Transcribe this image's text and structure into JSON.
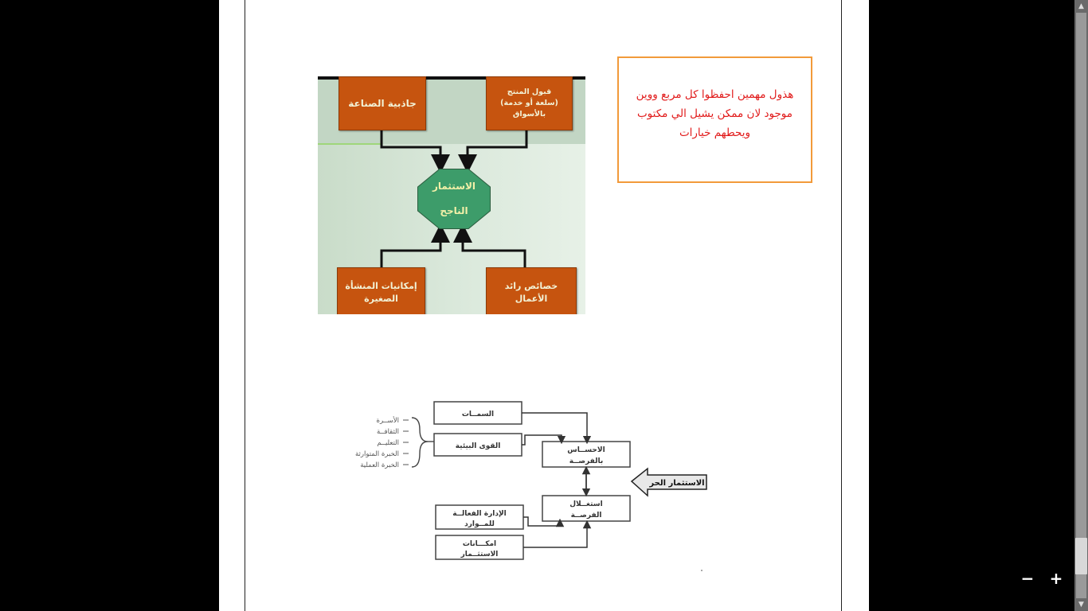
{
  "note": {
    "lines": [
      "هذول مهمين احفظوا كل مربع ووين",
      "موجود لان ممكن يشيل الي مكتوب",
      "ويحطهم خيارات"
    ],
    "border_color": "#f29a3a",
    "text_color": "#e11b1b"
  },
  "diagram_top": {
    "center": {
      "line1": "الاستثمار",
      "line2": "الناجح"
    },
    "boxes": {
      "top_left": {
        "line1": "جاذبية الصناعة"
      },
      "top_right": {
        "line1": "قبول المنتج",
        "line2": "(سلعة أو خدمة)",
        "line3": "بالأسواق"
      },
      "bottom_left": {
        "line1": "إمكانيات المنشأة",
        "line2": "الصغيرة"
      },
      "bottom_right": {
        "line1": "خصائص رائد",
        "line2": "الأعمال"
      }
    },
    "colors": {
      "box": "#c6540f",
      "center": "#3d9c6a",
      "box_text": "#f2f2d6",
      "center_text": "#f3f0a8"
    }
  },
  "diagram_bottom": {
    "left_list": [
      "الأســرة",
      "الثقافــة",
      "التعليــم",
      "الخبرة المتوارثة",
      "الخبرة العملية"
    ],
    "box_traits": "السمــات",
    "box_env": "القوى البيئية",
    "box_sense": {
      "line1": "الاحســاس",
      "line2": "بالفرصــة"
    },
    "box_exploit": {
      "line1": "استغــلال",
      "line2": "الفرصــة"
    },
    "box_mgmt": {
      "line1": "الإدارة الفعالــة",
      "line2": "للمــوارد"
    },
    "box_invest": {
      "line1": "امكـــانات",
      "line2": "الاستثــمار"
    },
    "arrow_label": "الاستثمار الحر"
  },
  "controls": {
    "zoom_out": "−",
    "zoom_in": "+",
    "scroll_up": "▲",
    "scroll_down": "▼"
  }
}
